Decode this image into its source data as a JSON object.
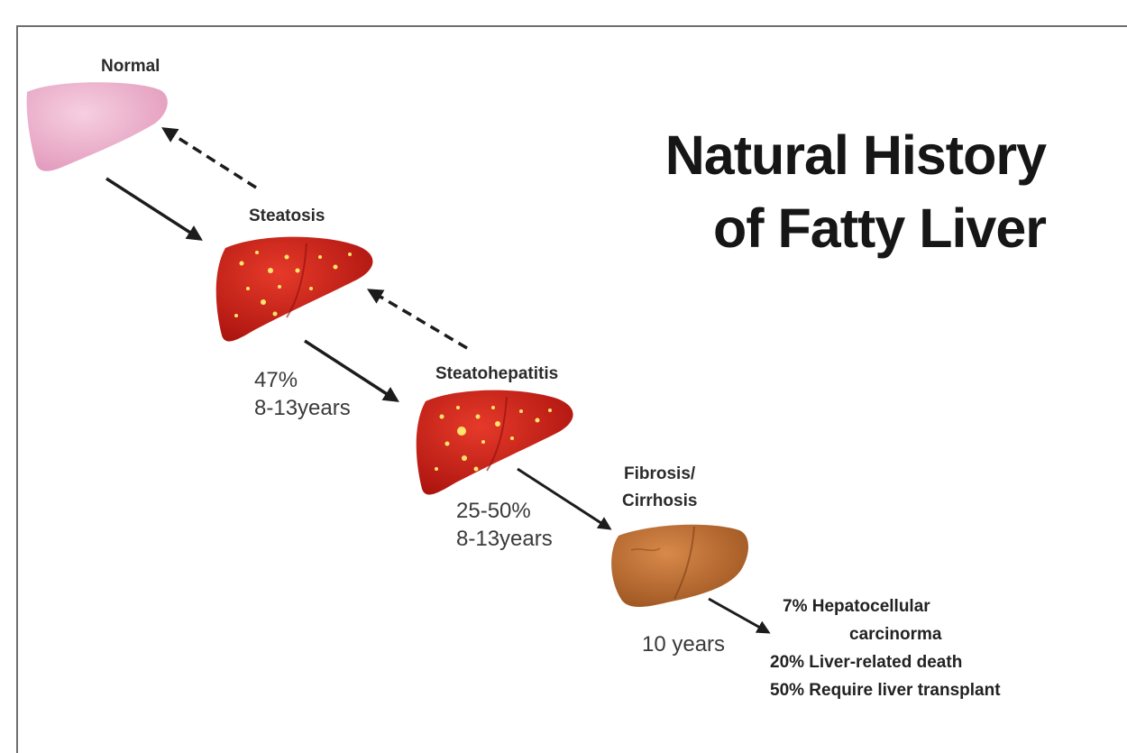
{
  "title": {
    "line1": "Natural History",
    "line2": "of Fatty Liver"
  },
  "stages": {
    "normal": "Normal",
    "steatosis": "Steatosis",
    "steatohepatitis": "Steatohepatitis",
    "fibrosis_line1": "Fibrosis/",
    "fibrosis_line2": "Cirrhosis"
  },
  "transitions": {
    "t1_percent": "47%",
    "t1_years": "8-13years",
    "t2_percent": "25-50%",
    "t2_years": "8-13years",
    "t3_years": "10 years"
  },
  "outcomes": {
    "line1": "7% Hepatocellular",
    "line2": "carcinorma",
    "line3": "20% Liver-related death",
    "line4": "50% Require liver transplant"
  },
  "colors": {
    "normal_liver": "#e9a6c4",
    "fatty_liver": "#d01f17",
    "fat_spots": "#ffe36b",
    "cirrhotic_liver": "#b8682c",
    "arrow": "#1c1c1c"
  }
}
